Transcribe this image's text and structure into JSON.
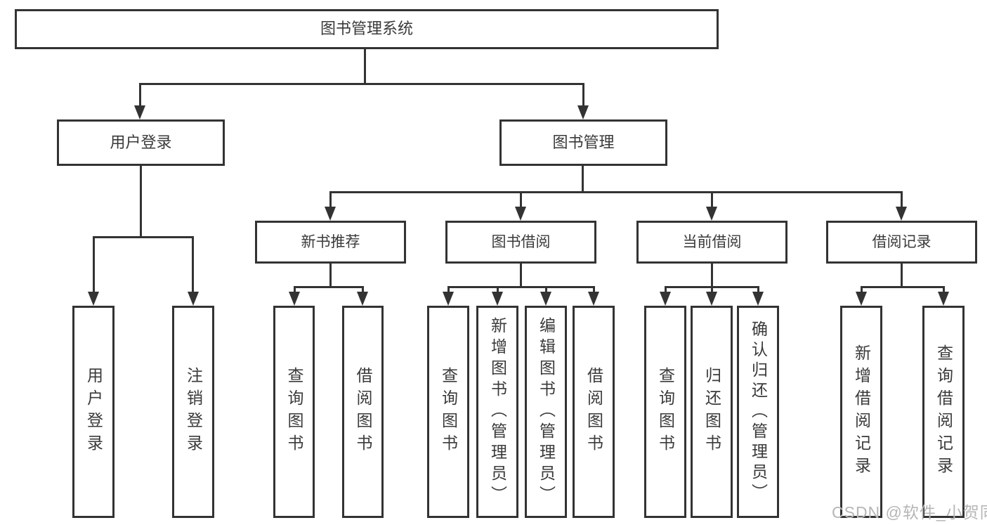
{
  "colors": {
    "line": "#333333",
    "text": "#3a3a3a",
    "watermark": "#b6b6b6",
    "background": "#ffffff"
  },
  "root": {
    "label": "图书管理系统"
  },
  "level2": {
    "user_login": {
      "label": "用户登录"
    },
    "book_management": {
      "label": "图书管理"
    }
  },
  "level3": {
    "new_book_recommendation": {
      "label": "新书推荐"
    },
    "book_borrowing": {
      "label": "图书借阅"
    },
    "current_borrowing": {
      "label": "当前借阅"
    },
    "borrowing_records": {
      "label": "借阅记录"
    }
  },
  "leaves": {
    "user_login": {
      "label": "用户登录"
    },
    "logout": {
      "label": "注销登录"
    },
    "nbr_query_books": {
      "label": "查询图书"
    },
    "nbr_borrow_books": {
      "label": "借阅图书"
    },
    "bb_query_books": {
      "label": "查询图书"
    },
    "bb_add_books_admin": {
      "label": "新增图书（管理员）"
    },
    "bb_edit_books_admin": {
      "label": "编辑图书（管理员）"
    },
    "bb_borrow_books": {
      "label": "借阅图书"
    },
    "cb_query_books": {
      "label": "查询图书"
    },
    "cb_return_books": {
      "label": "归还图书"
    },
    "cb_confirm_return_admin": {
      "label": "确认归还（管理员）"
    },
    "br_add_record": {
      "label": "新增借阅记录"
    },
    "br_query_record": {
      "label": "查询借阅记录"
    }
  },
  "watermark": {
    "text": "CSDN @软件_小贺同学"
  }
}
